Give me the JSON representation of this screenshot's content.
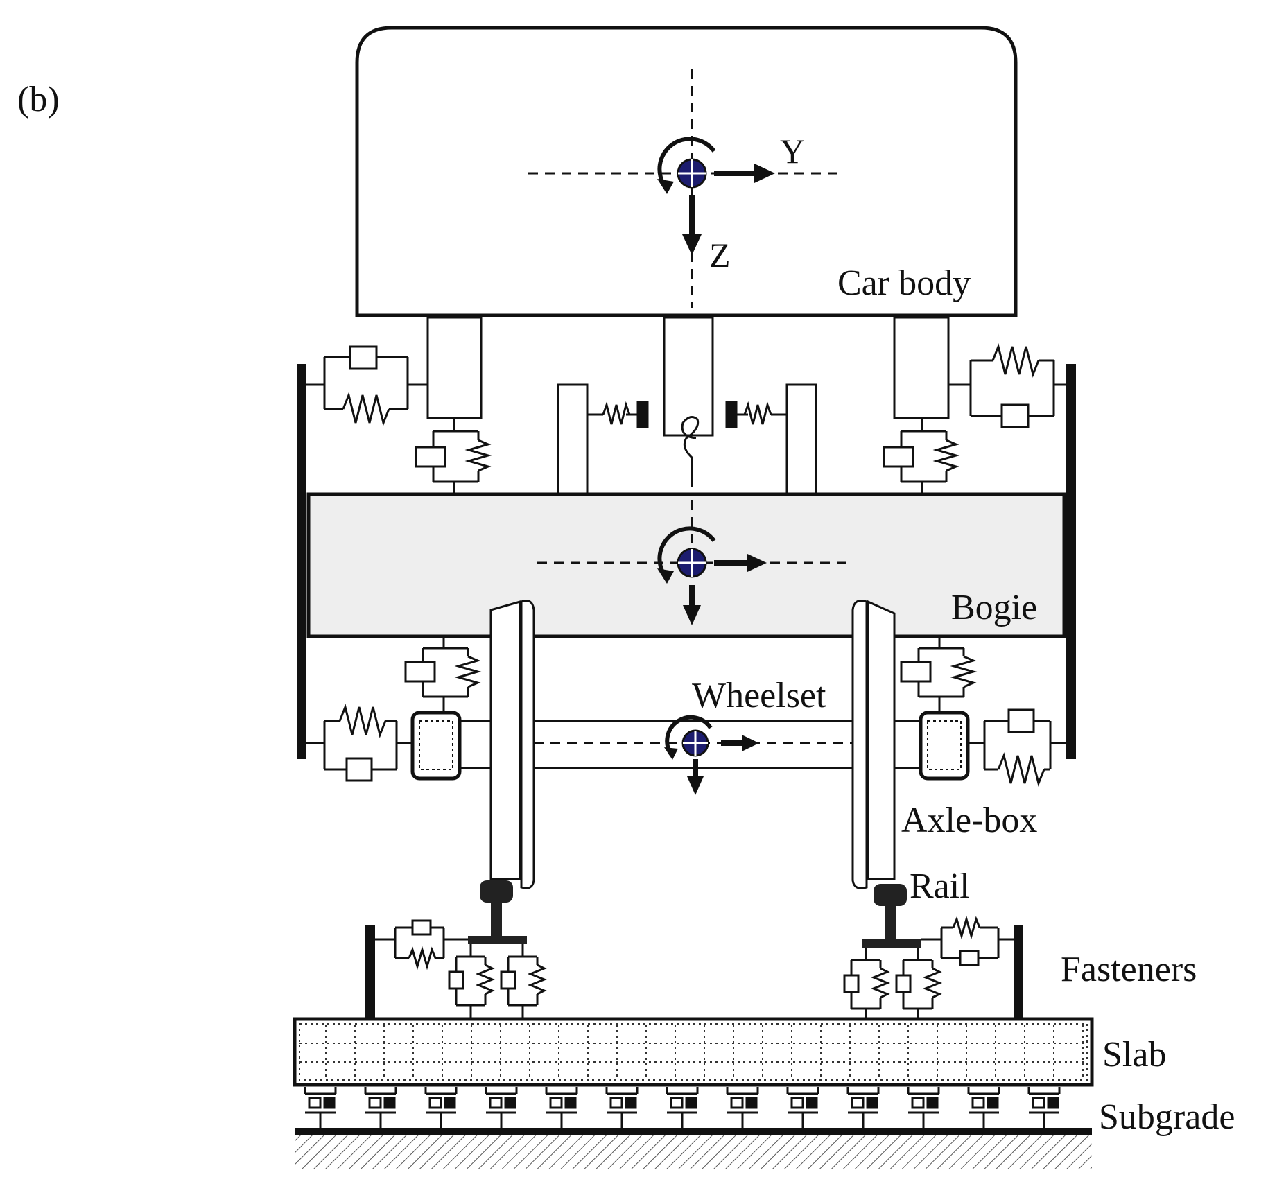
{
  "panel_label": "(b)",
  "labels": {
    "axis_y": "Y",
    "axis_z": "Z",
    "car_body": "Car body",
    "bogie": "Bogie",
    "wheelset": "Wheelset",
    "axle_box": "Axle-box",
    "rail": "Rail",
    "fasteners": "Fasteners",
    "slab": "Slab",
    "subgrade": "Subgrade"
  },
  "colors": {
    "line": "#111111",
    "bogie_fill": "#eeeeee",
    "cg_fill": "#1c1c6e",
    "hatch": "#555555"
  }
}
